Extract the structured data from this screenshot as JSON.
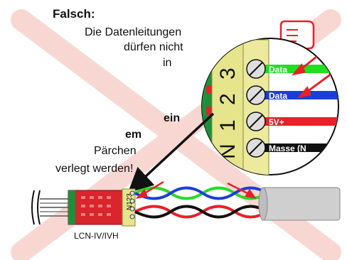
{
  "title": "Falsch:",
  "caption": {
    "line1": "Die Datenleitungen",
    "line2": "dürfen nicht",
    "line3": "in",
    "line4": "ein",
    "line5": "em",
    "line6": "Pärchen",
    "line7": "verlegt werden!"
  },
  "terminals": [
    "N",
    "1",
    "2",
    "3"
  ],
  "wires": [
    {
      "label": "Data",
      "color": "#22dd22"
    },
    {
      "label": "Data",
      "color": "#1a3fd8"
    },
    {
      "label": "5V+",
      "color": "#e8202a"
    },
    {
      "label": "Masse (N",
      "color": "#111111"
    }
  ],
  "device_label": "LCN-IV/IVH",
  "colors": {
    "cross": "#f3b8b0",
    "terminal_block": "#e7e58c",
    "arrow_red": "#e8202a",
    "cable_gray": "#cfcfcf",
    "device_red": "#d9252c"
  },
  "icons": [
    "thumbs-down-icon",
    "cross-out-mark",
    "pointer-arrow-icon"
  ]
}
